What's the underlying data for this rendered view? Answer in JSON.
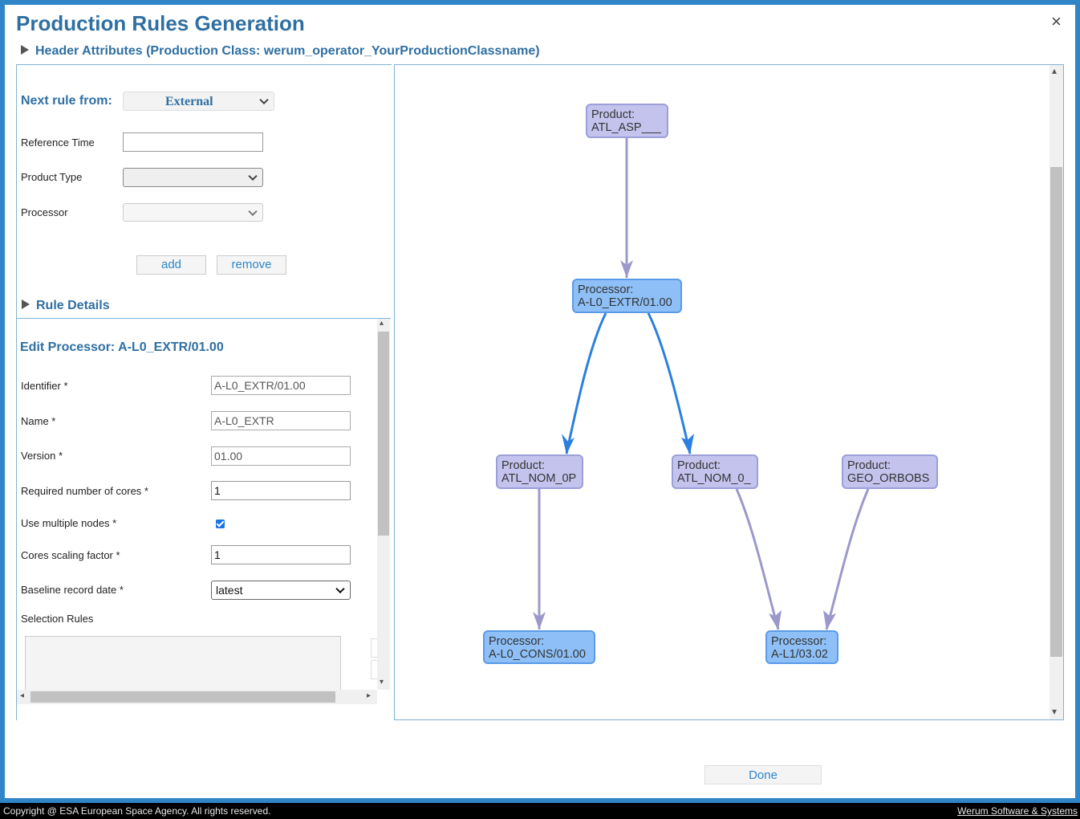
{
  "dialog": {
    "title": "Production Rules Generation",
    "close_icon": "×"
  },
  "header_attributes": {
    "label": "Header Attributes (Production Class: werum_operator_YourProductionClassname)"
  },
  "rule_form": {
    "next_rule_label": "Next rule from:",
    "next_rule_value": "External",
    "reference_time_label": "Reference Time",
    "reference_time_value": "",
    "product_type_label": "Product Type",
    "product_type_value": "",
    "processor_label": "Processor",
    "processor_value": "",
    "add_label": "add",
    "remove_label": "remove"
  },
  "rule_details": {
    "label": "Rule Details",
    "edit_title": "Edit Processor: A-L0_EXTR/01.00",
    "identifier_label": "Identifier *",
    "identifier_value": "A-L0_EXTR/01.00",
    "name_label": "Name *",
    "name_value": "A-L0_EXTR",
    "version_label": "Version *",
    "version_value": "01.00",
    "cores_label": "Required number of cores *",
    "cores_value": "1",
    "multi_nodes_label": "Use multiple nodes *",
    "multi_nodes_checked": true,
    "scaling_label": "Cores scaling factor *",
    "scaling_value": "1",
    "baseline_label": "Baseline record date *",
    "baseline_value": "latest",
    "selection_rules_label": "Selection Rules"
  },
  "graph": {
    "nodes": [
      {
        "kind": "Product:",
        "name": "ATL_ASP___"
      },
      {
        "kind": "Processor:",
        "name": "A-L0_EXTR/01.00"
      },
      {
        "kind": "Product:",
        "name": "ATL_NOM_0P"
      },
      {
        "kind": "Product:",
        "name": "ATL_NOM_0_"
      },
      {
        "kind": "Product:",
        "name": "GEO_ORBOBS"
      },
      {
        "kind": "Processor:",
        "name": "A-L0_CONS/01.00"
      },
      {
        "kind": "Processor:",
        "name": "A-L1/03.02"
      }
    ],
    "colors": {
      "product": "#c4c3ee",
      "processor": "#8ec0f7",
      "edge_default": "#9b98cc",
      "edge_highlight": "#2b7fe0"
    }
  },
  "footer": {
    "done_label": "Done",
    "copyright": "Copyright @ ESA European Space Agency. All rights reserved.",
    "company_link": "Werum Software & Systems"
  }
}
